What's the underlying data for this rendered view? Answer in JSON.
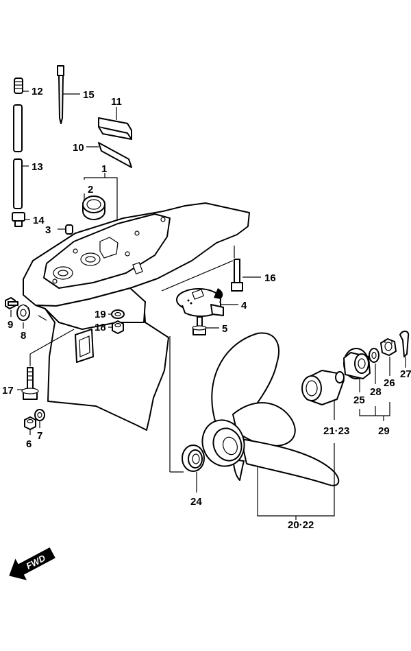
{
  "callouts": {
    "c1": "1",
    "c2": "2",
    "c3": "3",
    "c4": "4",
    "c5": "5",
    "c6": "6",
    "c7": "7",
    "c8": "8",
    "c9": "9",
    "c10": "10",
    "c11": "11",
    "c12": "12",
    "c13": "13",
    "c14": "14",
    "c15": "15",
    "c16": "16",
    "c17": "17",
    "c18": "18",
    "c19": "19",
    "c21_23": "21·23",
    "c20_22": "20·22",
    "c24": "24",
    "c25": "25",
    "c26": "26",
    "c27": "27",
    "c28": "28",
    "c29": "29"
  },
  "fwd_label": "FWD"
}
